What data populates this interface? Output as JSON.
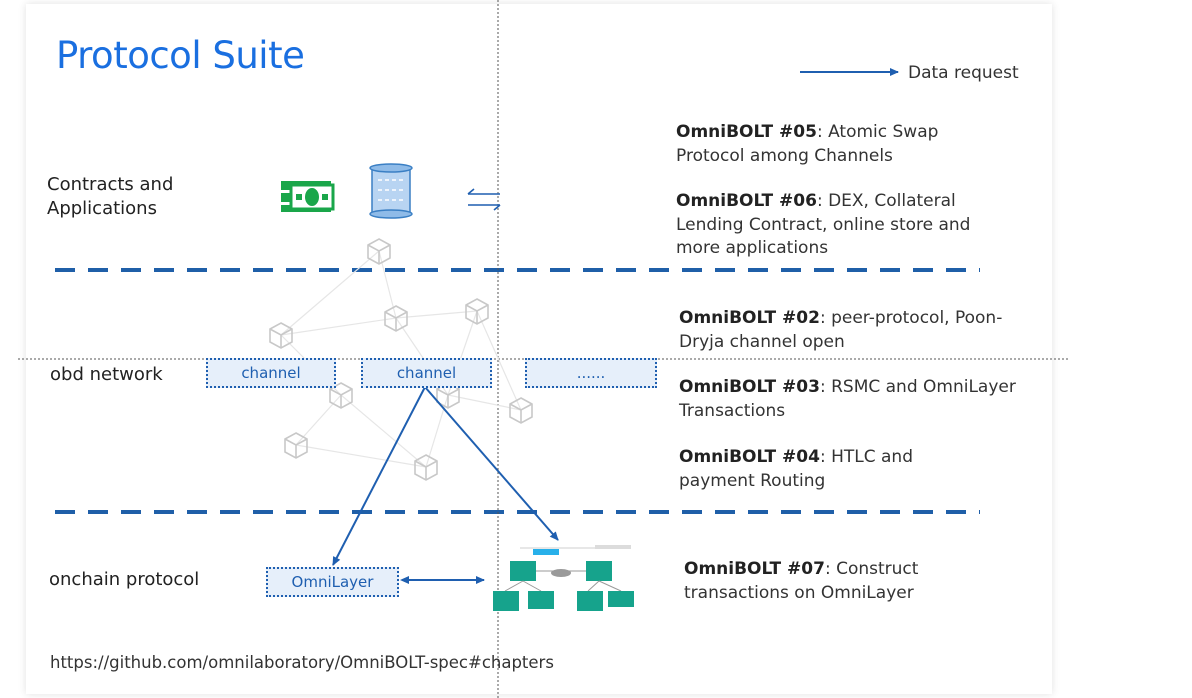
{
  "title": "Protocol Suite",
  "legend": {
    "label": "Data request"
  },
  "layers": {
    "contracts": "Contracts and Applications",
    "network": "obd network",
    "onchain": "onchain protocol"
  },
  "boxes": {
    "channel_1": "channel",
    "channel_2": "channel",
    "channel_more": "......",
    "omnilayer": "OmniLayer"
  },
  "descriptions": [
    {
      "id": "OmniBOLT #05",
      "text": ": Atomic Swap Protocol among Channels"
    },
    {
      "id": "OmniBOLT #06",
      "text": ": DEX, Collateral Lending Contract, online store and more applications"
    },
    {
      "id": "OmniBOLT #02",
      "text": ": peer-protocol, Poon-Dryja channel open"
    },
    {
      "id": "OmniBOLT #03",
      "text": ": RSMC and OmniLayer Transactions"
    },
    {
      "id": "OmniBOLT #04",
      "text": ": HTLC and payment Routing"
    },
    {
      "id": "OmniBOLT #07",
      "text": ": Construct transactions on OmniLayer"
    }
  ],
  "url": "https://github.com/omnilaboratory/OmniBOLT-spec#chapters",
  "icons": [
    "money-icon",
    "scroll-icon",
    "exchange-arrows-icon",
    "cube-icon",
    "transaction-diagram-icon"
  ],
  "colors": {
    "title": "#1a6fe0",
    "accent": "#1f5fb0",
    "divider": "#1f5fa8",
    "money": "#1aa64a"
  }
}
